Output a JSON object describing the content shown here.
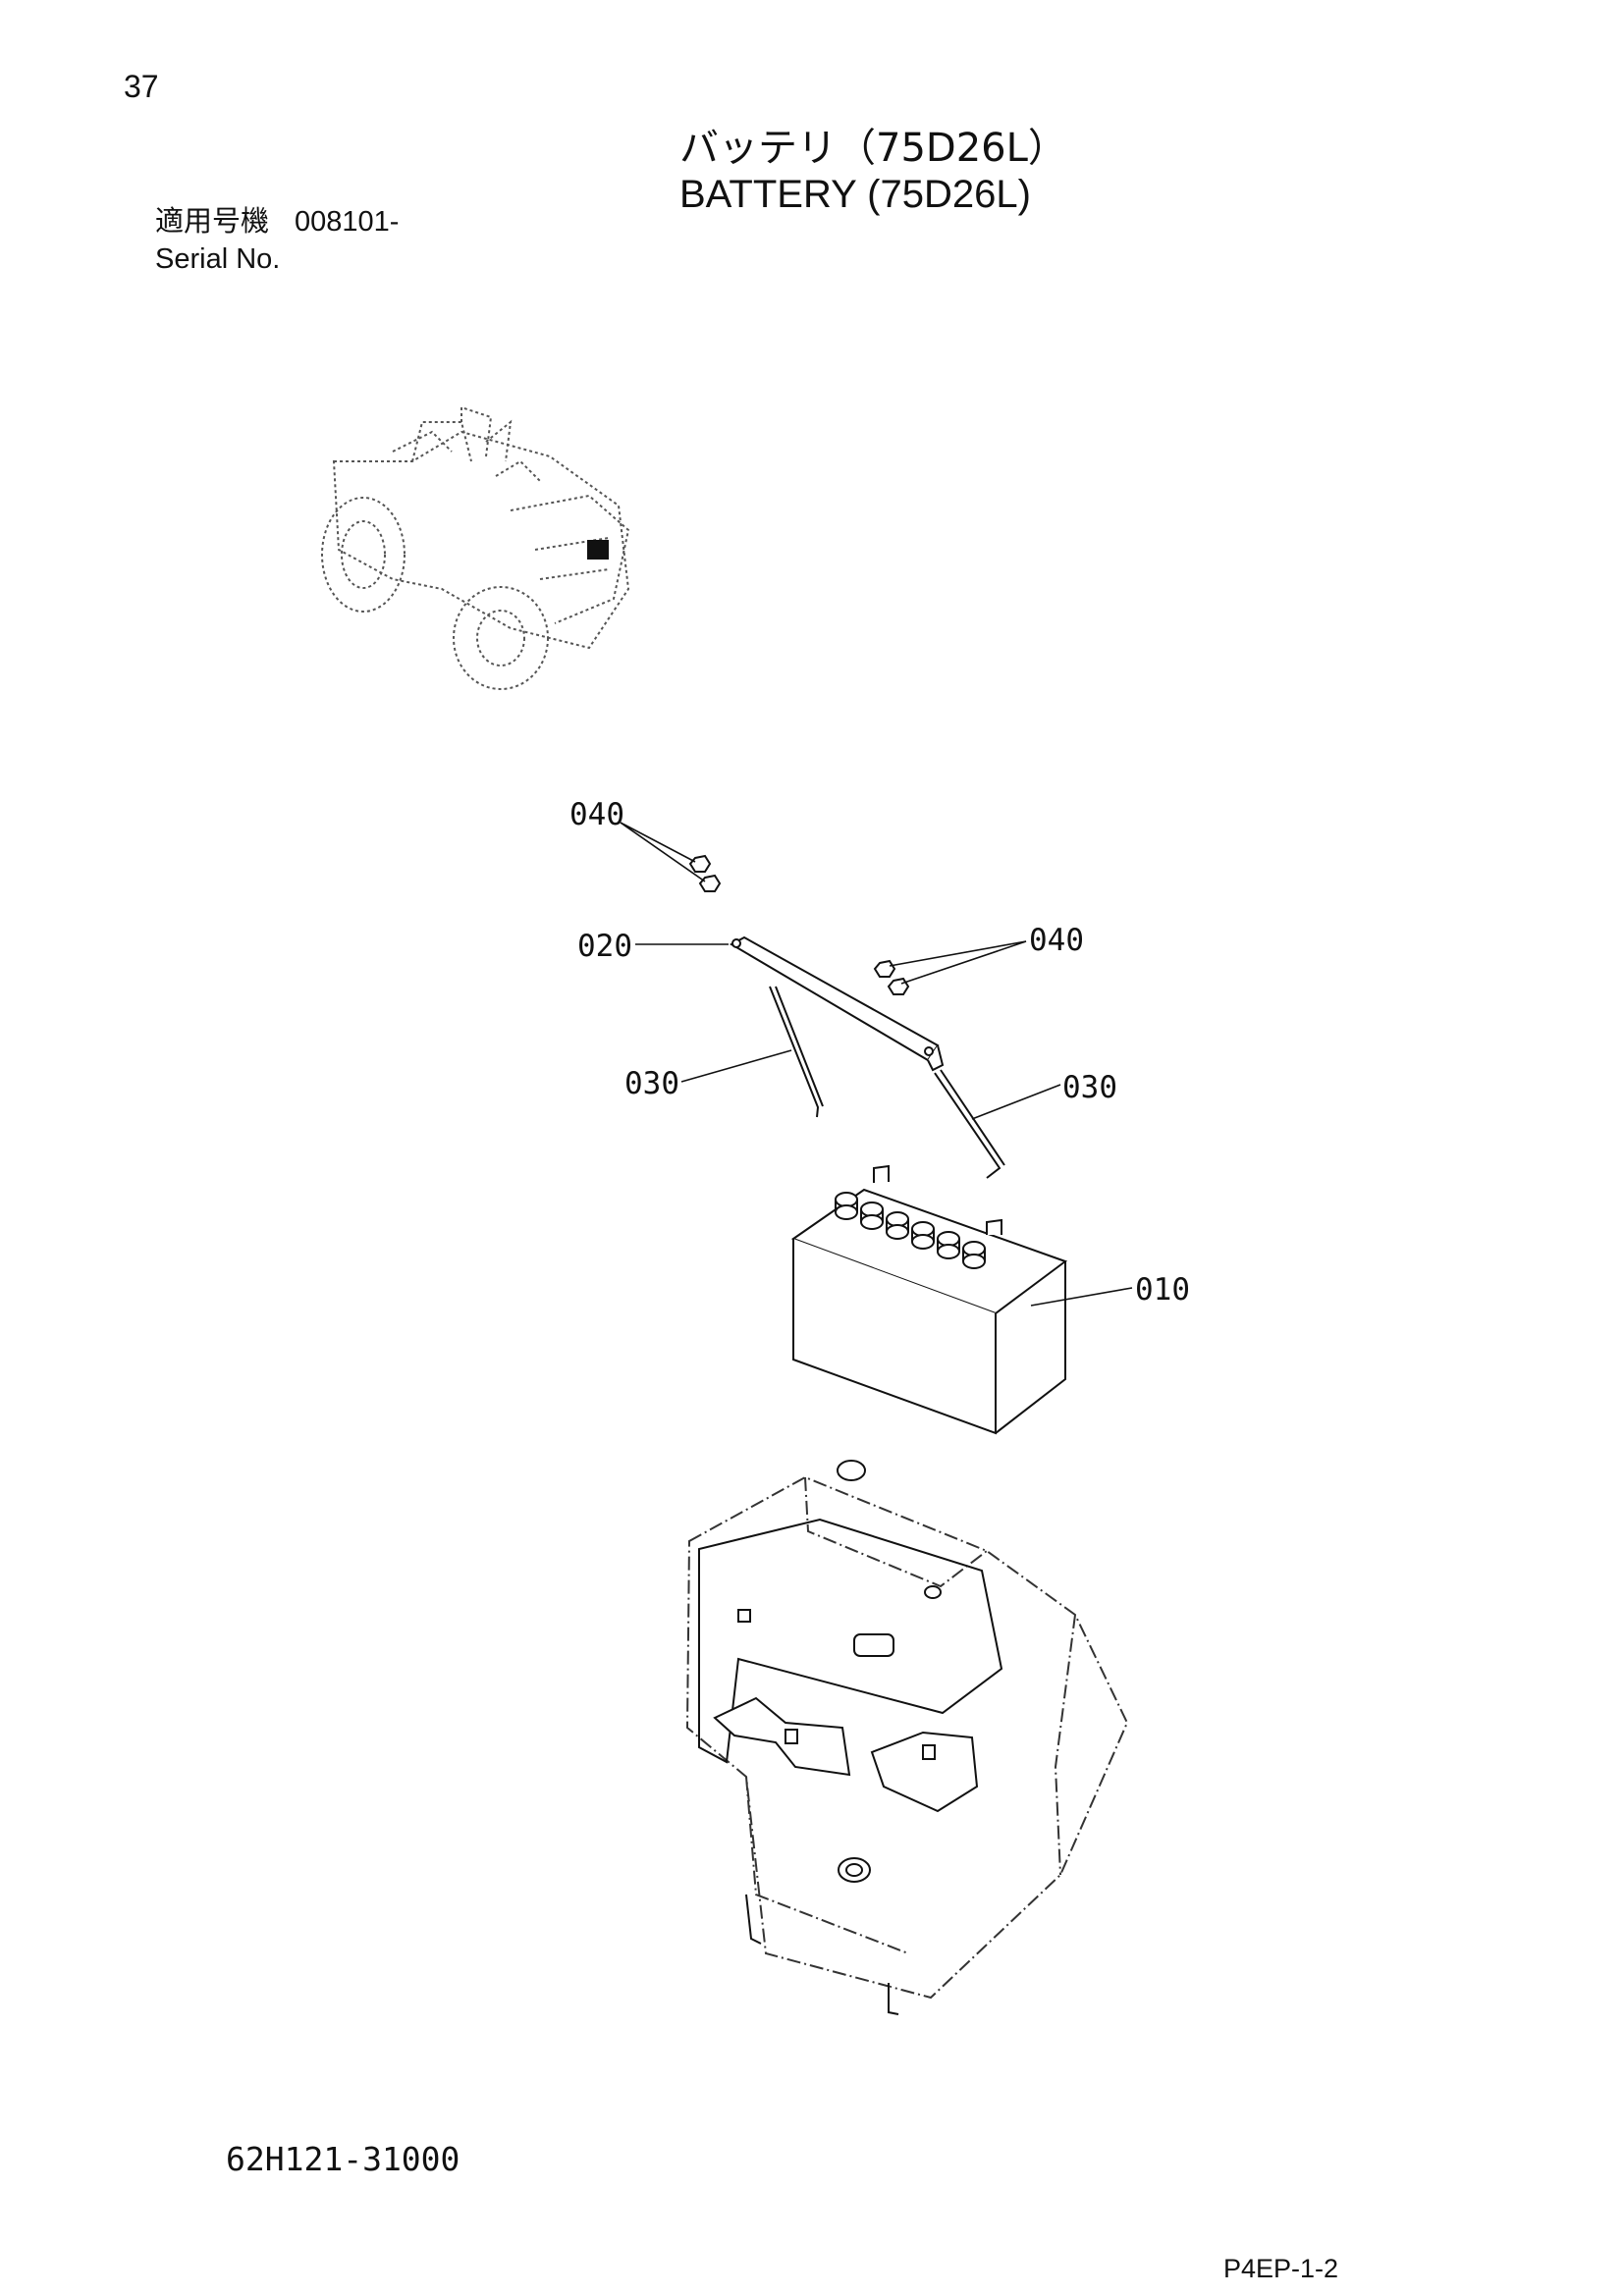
{
  "page": {
    "number": "37"
  },
  "title": {
    "jp": "バッテリ（75D26L）",
    "en": "BATTERY (75D26L)"
  },
  "serial": {
    "label_jp": "適用号機",
    "value": "008101-",
    "label_en": "Serial No."
  },
  "callouts": {
    "upper_nuts": "040",
    "bar": "020",
    "right_nuts": "040",
    "left_rod": "030",
    "right_rod": "030",
    "battery": "010"
  },
  "footer": {
    "part_code": "62H121-31000",
    "sheet_code": "P4EP-1-2"
  }
}
